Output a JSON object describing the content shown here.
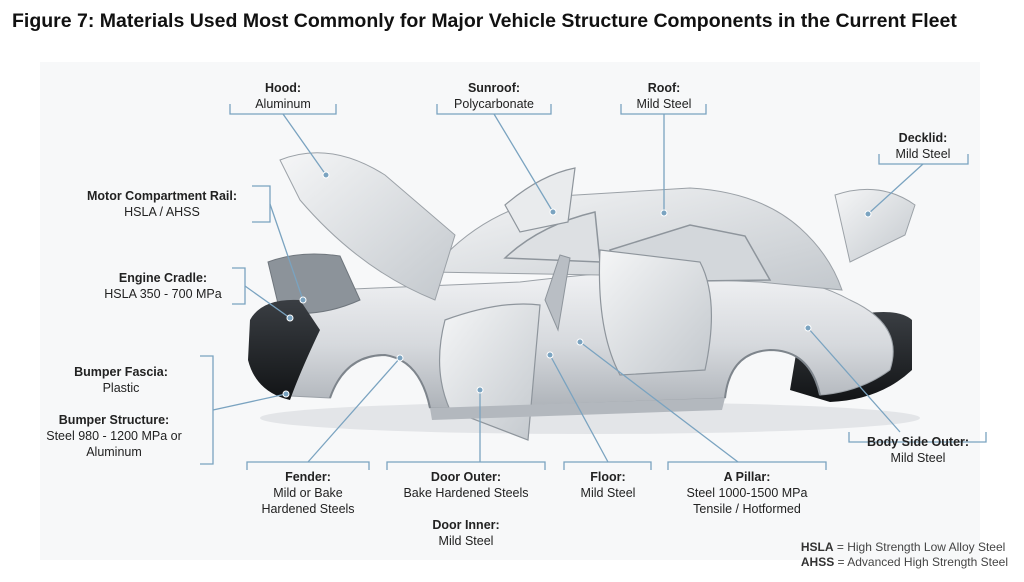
{
  "title": "Figure 7: Materials Used Most Commonly for Major Vehicle Structure Components in the Current Fleet",
  "labels": {
    "hood": {
      "name": "Hood:",
      "material": "Aluminum"
    },
    "sunroof": {
      "name": "Sunroof:",
      "material": "Polycarbonate"
    },
    "roof": {
      "name": "Roof:",
      "material": "Mild Steel"
    },
    "decklid": {
      "name": "Decklid:",
      "material": "Mild Steel"
    },
    "motor_rail": {
      "name": "Motor Compartment Rail:",
      "material": "HSLA / AHSS"
    },
    "engine_cradle": {
      "name": "Engine Cradle:",
      "material": "HSLA 350 - 700 MPa"
    },
    "bumper_fascia": {
      "name": "Bumper Fascia:",
      "material": "Plastic"
    },
    "bumper_structure": {
      "name": "Bumper Structure:",
      "material_1": "Steel 980 - 1200 MPa or",
      "material_2": "Aluminum"
    },
    "fender": {
      "name": "Fender:",
      "material_1": "Mild or Bake",
      "material_2": "Hardened Steels"
    },
    "door_outer": {
      "name": "Door Outer:",
      "material": "Bake Hardened Steels"
    },
    "door_inner": {
      "name": "Door Inner:",
      "material": "Mild Steel"
    },
    "floor": {
      "name": "Floor:",
      "material": "Mild Steel"
    },
    "a_pillar": {
      "name": "A Pillar:",
      "material_1": "Steel 1000-1500 MPa",
      "material_2": "Tensile / Hotformed"
    },
    "body_side_outer": {
      "name": "Body Side Outer:",
      "material": "Mild Steel"
    }
  },
  "footnote": {
    "hsla_abbr": "HSLA",
    "hsla_text": "= High Strength Low Alloy Steel",
    "ahss_abbr": "AHSS",
    "ahss_text": "= Advanced High Strength Steel"
  },
  "colors": {
    "leader": "#7aa3c0",
    "body_light": "#e4e7ea",
    "body_mid": "#c9cdd2",
    "body_dark": "#9aa0a6",
    "bumper": "#1e2124"
  }
}
